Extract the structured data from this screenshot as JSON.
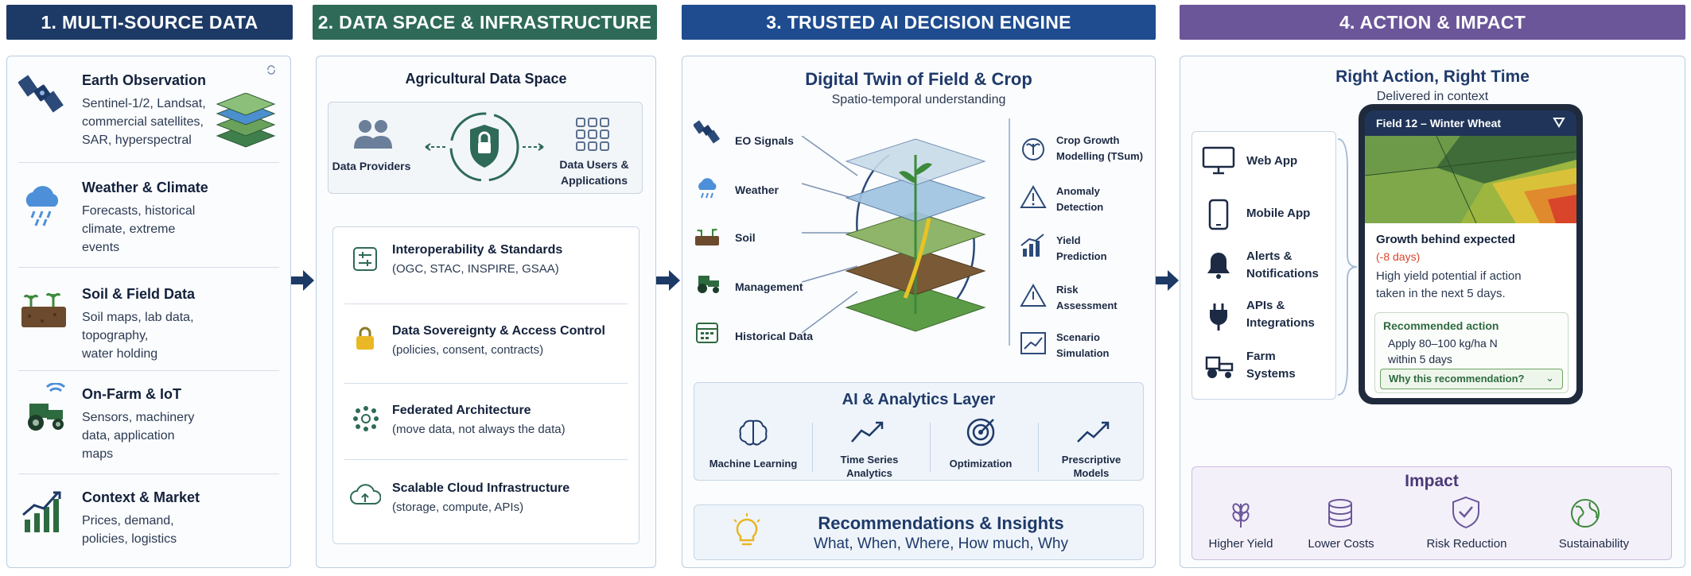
{
  "headers": {
    "h1": "1. MULTI-SOURCE DATA",
    "h2": "2. DATA SPACE & INFRASTRUCTURE",
    "h3": "3. TRUSTED AI DECISION ENGINE",
    "h4": "4. ACTION & IMPACT"
  },
  "colors": {
    "navy": "#1d3a66",
    "green": "#2e6a57",
    "blue": "#1f4c8f",
    "purple": "#6b5699",
    "arrow": "#1d3a66"
  },
  "sources": [
    {
      "title": "Earth Observation",
      "desc": [
        "Sentinel-1/2, Landsat,",
        "commercial satellites,",
        "SAR, hyperspectral"
      ],
      "icon": "satellite-icon"
    },
    {
      "title": "Weather & Climate",
      "desc": [
        "Forecasts, historical",
        "climate, extreme",
        "events"
      ],
      "icon": "cloud-rain-icon"
    },
    {
      "title": "Soil & Field Data",
      "desc": [
        "Soil maps, lab data,",
        "topography,",
        "water holding"
      ],
      "icon": "soil-sprout-icon"
    },
    {
      "title": "On-Farm & IoT",
      "desc": [
        "Sensors, machinery",
        "data, application",
        "maps"
      ],
      "icon": "tractor-wifi-icon"
    },
    {
      "title": "Context & Market",
      "desc": [
        "Prices, demand,",
        "policies, logistics"
      ],
      "icon": "bar-chart-icon"
    }
  ],
  "dataspace": {
    "title": "Agricultural Data Space",
    "providers": "Data Providers",
    "users": [
      "Data Users &",
      "Applications"
    ]
  },
  "infra": [
    {
      "title": "Interoperability & Standards",
      "desc": "(OGC, STAC, INSPIRE, GSAA)",
      "icon": "standards-icon"
    },
    {
      "title": "Data Sovereignty & Access Control",
      "desc": "(policies, consent, contracts)",
      "icon": "lock-icon"
    },
    {
      "title": "Federated Architecture",
      "desc": "(move data, not always the data)",
      "icon": "federated-icon"
    },
    {
      "title": "Scalable Cloud Infrastructure",
      "desc": "(storage, compute, APIs)",
      "icon": "cloud-icon"
    }
  ],
  "twin": {
    "title": "Digital Twin of Field & Crop",
    "subtitle": "Spatio-temporal understanding",
    "inputs": [
      "EO Signals",
      "Weather",
      "Soil",
      "Management",
      "Historical Data"
    ],
    "outputs": [
      [
        "Crop Growth",
        "Modelling (TSum)"
      ],
      [
        "Anomaly",
        "Detection"
      ],
      [
        "Yield",
        "Prediction"
      ],
      [
        "Risk",
        "Assessment"
      ],
      [
        "Scenario",
        "Simulation"
      ]
    ]
  },
  "ai_layer": {
    "title": "AI & Analytics Layer",
    "tools": [
      [
        "Machine Learning"
      ],
      [
        "Time Series",
        "Analytics"
      ],
      [
        "Optimization"
      ],
      [
        "Prescriptive",
        "Models"
      ]
    ]
  },
  "recs": {
    "title": "Recommendations & Insights",
    "subtitle": "What, When, Where, How much, Why"
  },
  "action": {
    "title": "Right Action, Right Time",
    "subtitle": "Delivered in context",
    "channels": [
      [
        "Web App"
      ],
      [
        "Mobile App"
      ],
      [
        "Alerts &",
        "Notifications"
      ],
      [
        "APIs &",
        "Integrations"
      ],
      [
        "Farm",
        "Systems"
      ]
    ]
  },
  "phone": {
    "header": "Field 12 – Winter Wheat",
    "alert": "Growth behind expected",
    "delta": "(-8 days)",
    "body": [
      "High yield potential if action",
      "taken in the next 5 days."
    ],
    "rec_title": "Recommended action",
    "rec_body": [
      "Apply 80–100 kg/ha N",
      "within 5 days"
    ],
    "why": "Why this recommendation?"
  },
  "impact": {
    "title": "Impact",
    "items": [
      "Higher Yield",
      "Lower Costs",
      "Risk Reduction",
      "Sustainability"
    ]
  }
}
